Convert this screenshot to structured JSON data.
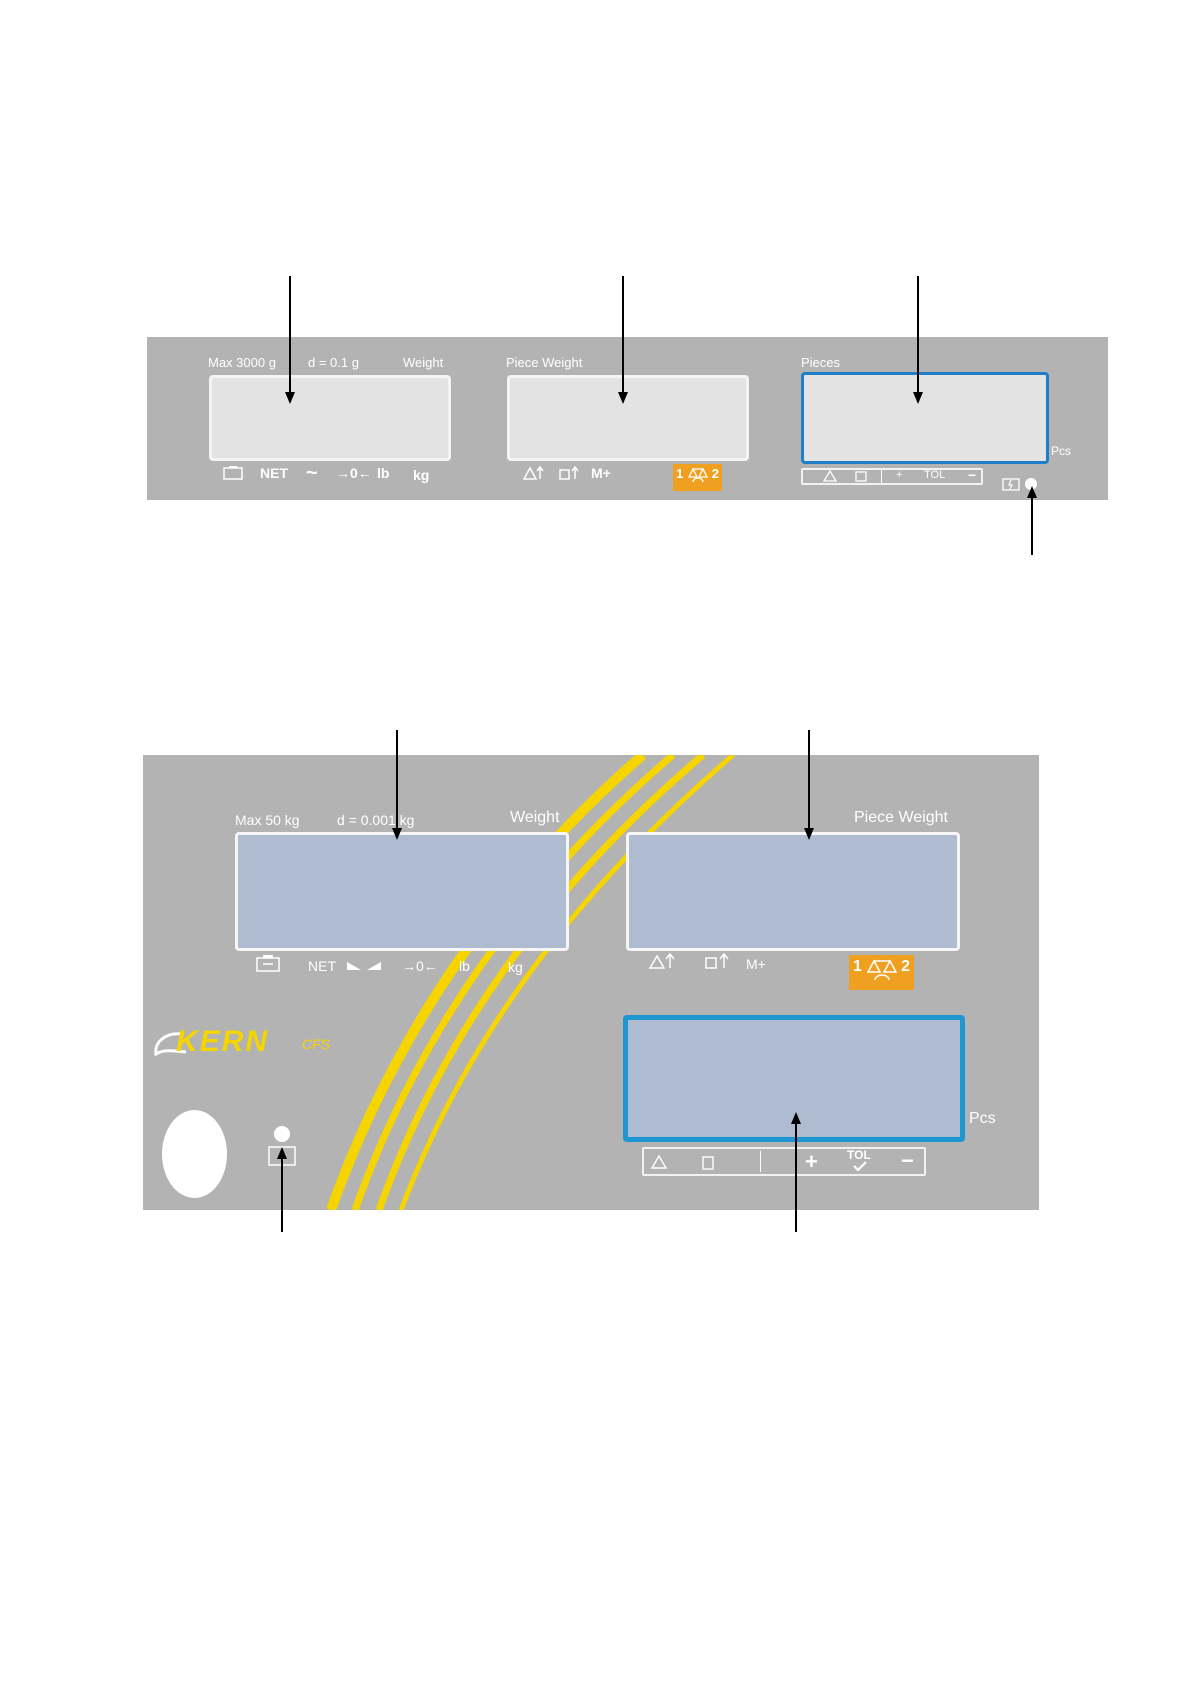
{
  "top_panel": {
    "weight_max": "Max 3000 g",
    "weight_d": "d = 0.1 g",
    "weight_label": "Weight",
    "piece_weight_label": "Piece Weight",
    "pieces_label": "Pieces",
    "pcs_label": "Pcs",
    "ind_net": "NET",
    "ind_tilde": "~",
    "ind_zero": "→0←",
    "ind_lb": "lb",
    "ind_kg": "kg",
    "ind_m_plus": "M+",
    "badge_left": "1",
    "badge_right": "2",
    "tol_plus": "+",
    "tol_label": "TOL",
    "tol_minus": "−"
  },
  "bottom_panel": {
    "weight_max": "Max  50 kg",
    "weight_d": "d = 0.001 kg",
    "weight_label": "Weight",
    "piece_weight_label": "Piece Weight",
    "pcs_label": "Pcs",
    "ind_net": "NET",
    "ind_zero": "→0←",
    "ind_lb": "lb",
    "ind_kg": "kg",
    "ind_m_plus": "M+",
    "badge_left": "1",
    "badge_right": "2",
    "brand_kern": "KERN",
    "brand_cfs": "CFS",
    "tol_plus": "+",
    "tol_label": "TOL",
    "tol_minus": "−"
  },
  "colors": {
    "panel": "#b3b3b3",
    "display_gray": "#e3e3e3",
    "display_blue": "#aebbd1",
    "highlight_border": "#1e7ec8",
    "badge_orange": "#f0a020",
    "stripe_yellow": "#f5d400"
  }
}
